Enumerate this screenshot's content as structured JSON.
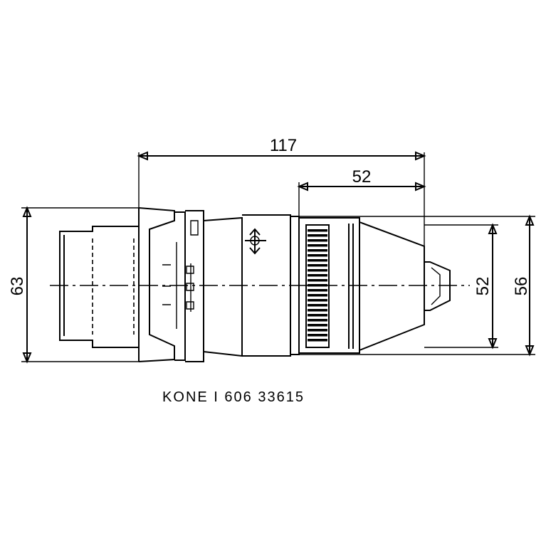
{
  "dimensions": {
    "overall_length": "117",
    "chuck_length": "52",
    "chuck_diameter": "52",
    "outer_diameter": "56",
    "holder_height": "63"
  },
  "caption": "KONE I 606 33615",
  "colors": {
    "line": "#000000",
    "background": "#ffffff"
  },
  "icons": [
    "arrow-icon",
    "adjust-cross-icon"
  ]
}
